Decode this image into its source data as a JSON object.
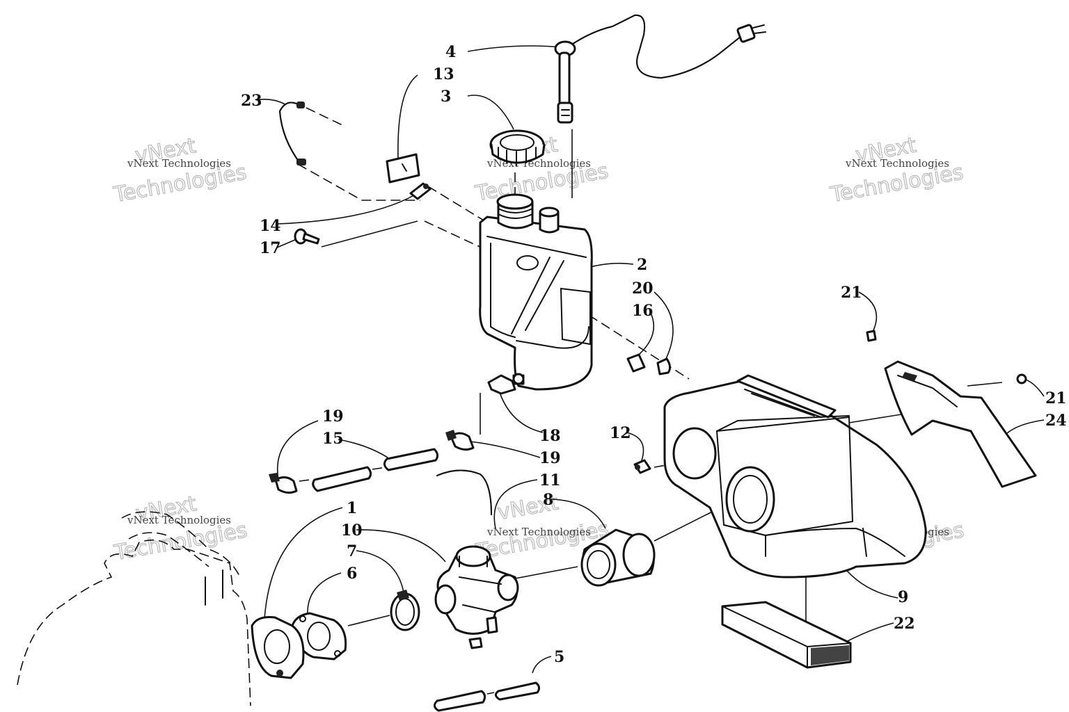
{
  "callouts": {
    "c1": "1",
    "c2": "2",
    "c3": "3",
    "c4": "4",
    "c5": "5",
    "c6": "6",
    "c7": "7",
    "c8": "8",
    "c9": "9",
    "c10": "10",
    "c11": "11",
    "c12": "12",
    "c13": "13",
    "c14": "14",
    "c15": "15",
    "c16": "16",
    "c17": "17",
    "c18": "18",
    "c19a": "19",
    "c19b": "19",
    "c20": "20",
    "c21a": "21",
    "c21b": "21",
    "c22": "22",
    "c23": "23",
    "c24": "24"
  },
  "watermark": {
    "brand_line1": "vNext",
    "brand_line2": "Technologies",
    "brand_full": "vNext Technologies"
  }
}
